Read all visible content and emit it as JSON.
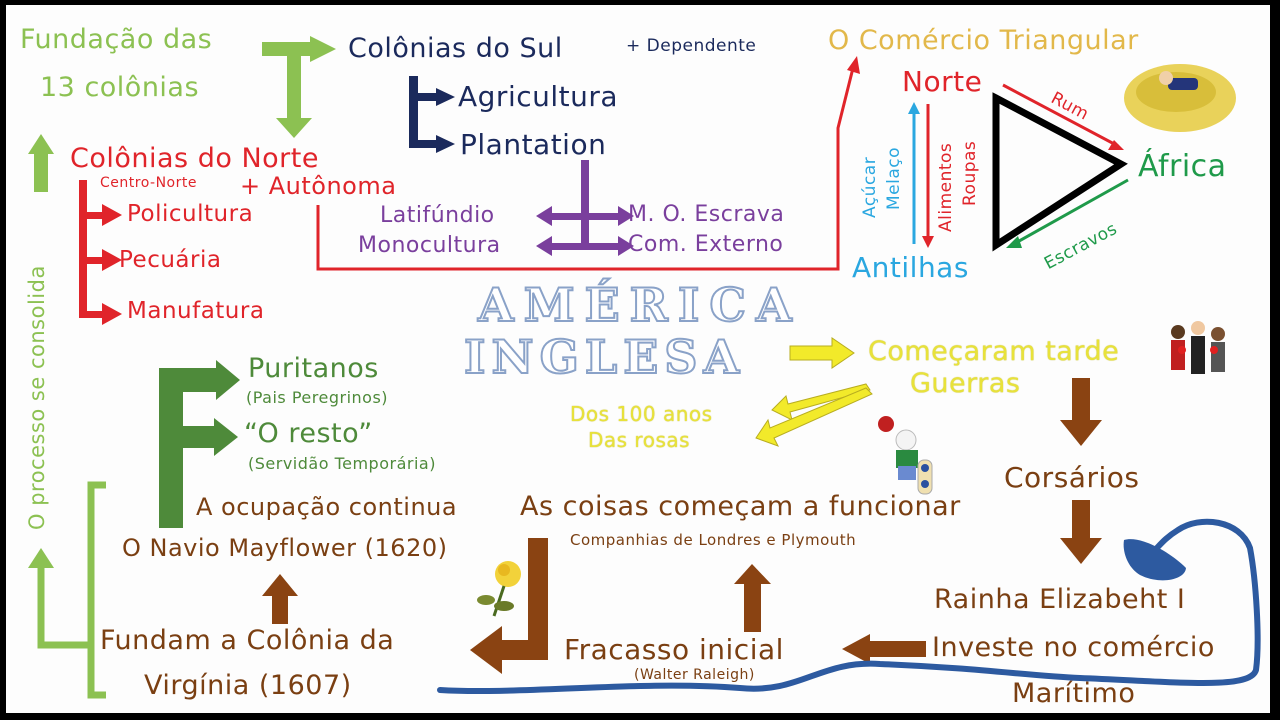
{
  "title": {
    "line1": "AMÉRICA",
    "line2": "INGLESA"
  },
  "top_left": {
    "fundacao_line1": "Fundação das",
    "fundacao_line2": "13 colônias",
    "processo": "O processo se consolida"
  },
  "colonias_sul": {
    "title": "Colônias do Sul",
    "tag": "+ Dependente",
    "items": [
      "Agricultura",
      "Plantation"
    ],
    "traits_left": [
      "Latifúndio",
      "Monocultura"
    ],
    "traits_right": [
      "M. O. Escrava",
      "Com. Externo"
    ]
  },
  "colonias_norte": {
    "title": "Colônias do Norte",
    "subtitle": "Centro-Norte",
    "tag": "+ Autônoma",
    "items": [
      "Policultura",
      "Pecuária",
      "Manufatura"
    ]
  },
  "comercio": {
    "title": "O Comércio Triangular",
    "nodes": {
      "norte": "Norte",
      "africa": "África",
      "antilhas": "Antilhas"
    },
    "flows": {
      "norte_africa": "Rum",
      "africa_antilhas": "Escravos",
      "antilhas_norte_1": "Açúcar",
      "antilhas_norte_2": "Melaço",
      "norte_antilhas_1": "Alimentos",
      "norte_antilhas_2": "Roupas"
    }
  },
  "inicio": {
    "comecaram": "Começaram tarde",
    "guerras": "Guerras",
    "wars": [
      "Dos 100 anos",
      "Das rosas"
    ],
    "corsarios": "Corsários",
    "rainha": "Rainha Elizabeht I",
    "investe": "Investe no comércio",
    "maritimo": "Marítimo",
    "fracasso": "Fracasso inicial",
    "fracasso_note": "(Walter Raleigh)",
    "coisas": "As coisas começam a funcionar",
    "companhias": "Companhias de Londres e Plymouth",
    "fundam_line1": "Fundam a Colônia da",
    "fundam_line2": "Virgínia (1607)",
    "mayflower": "O Navio Mayflower (1620)",
    "ocupacao": "A ocupação continua"
  },
  "colonos": {
    "puritanos": "Puritanos",
    "puritanos_note": "(Pais Peregrinos)",
    "resto": "“O resto”",
    "resto_note": "(Servidão Temporária)"
  },
  "colors": {
    "light_green": "#8cc152",
    "navy": "#1b2a5c",
    "red": "#e0242a",
    "purple": "#7a3f9d",
    "gold": "#e2b84a",
    "light_blue": "#2aa7e0",
    "dark_green": "#1f9a4a",
    "mid_green": "#4e8a3a",
    "brown": "#7a3f12",
    "yellow": "#f2ea2a",
    "annotation_blue": "#2d5aa0"
  }
}
